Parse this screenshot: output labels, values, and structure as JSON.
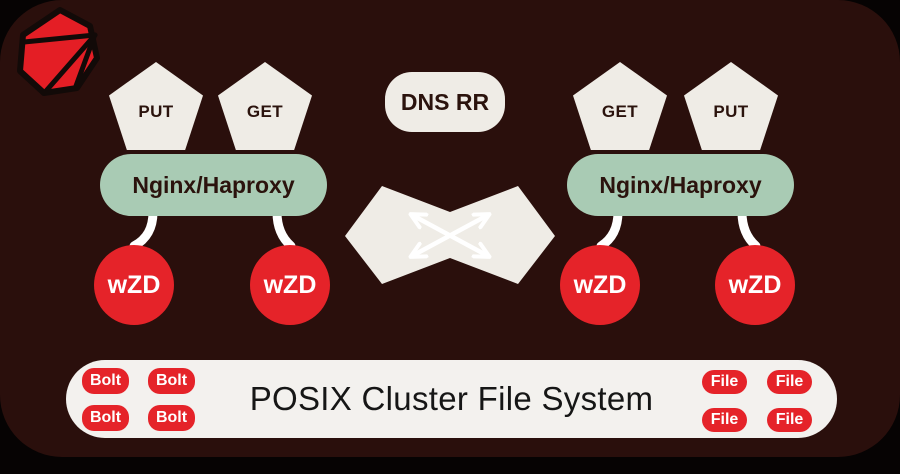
{
  "diagram": {
    "logo_label": "wZD logo",
    "requests": {
      "left": [
        {
          "label": "PUT"
        },
        {
          "label": "GET"
        }
      ],
      "right": [
        {
          "label": "GET"
        },
        {
          "label": "PUT"
        }
      ]
    },
    "dns": {
      "label": "DNS RR"
    },
    "balancers": [
      {
        "label": "Nginx/Haproxy"
      },
      {
        "label": "Nginx/Haproxy"
      }
    ],
    "nodes": [
      {
        "label": "wZD"
      },
      {
        "label": "wZD"
      },
      {
        "label": "wZD"
      },
      {
        "label": "wZD"
      }
    ],
    "storage": {
      "title": "POSIX Cluster File System",
      "bolt_badges": [
        "Bolt",
        "Bolt",
        "Bolt",
        "Bolt"
      ],
      "file_badges": [
        "File",
        "File",
        "File",
        "File"
      ]
    },
    "colors": {
      "panel_background": "#2a0f0c",
      "outer_background": "#060303",
      "accent_red": "#e52329",
      "accent_green": "#a9cbb4",
      "shape_offwhite": "#efece6",
      "storage_bar": "#f3f1ee",
      "dark_text": "#2b130d"
    }
  }
}
